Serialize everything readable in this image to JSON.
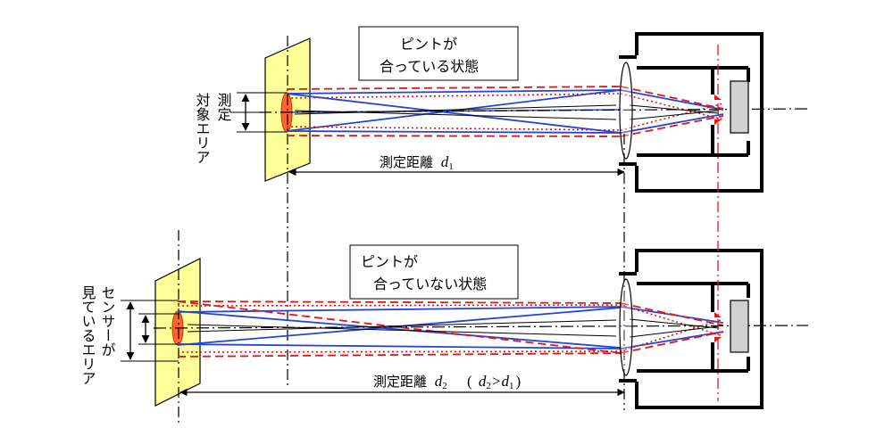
{
  "top": {
    "callout_line1": "ピントが",
    "callout_line2": "合っている状態",
    "area_label_col1": "対象エリア",
    "area_label_col2": "測定",
    "distance_text": "測定距離",
    "distance_var": "d",
    "distance_sub": "1"
  },
  "bottom": {
    "callout_line1": "ピントが",
    "callout_line2": "合っていない状態",
    "area_label_col1": "見ているエリア",
    "area_label_col2": "センサーが",
    "distance_text": "測定距離",
    "distance_var": "d",
    "distance_sub": "2",
    "compare_open": "(",
    "compare_lhs_var": "d",
    "compare_lhs_sub": "2",
    "compare_op": ">",
    "compare_rhs_var": "d",
    "compare_rhs_sub": "1",
    "compare_close": ")"
  },
  "colors": {
    "target_fill": "#ffff99",
    "spot_fill": "#ff6633",
    "ray_blue": "#2244dd",
    "ray_red": "#ee1111",
    "sensor_fill": "#d0d0d0"
  }
}
